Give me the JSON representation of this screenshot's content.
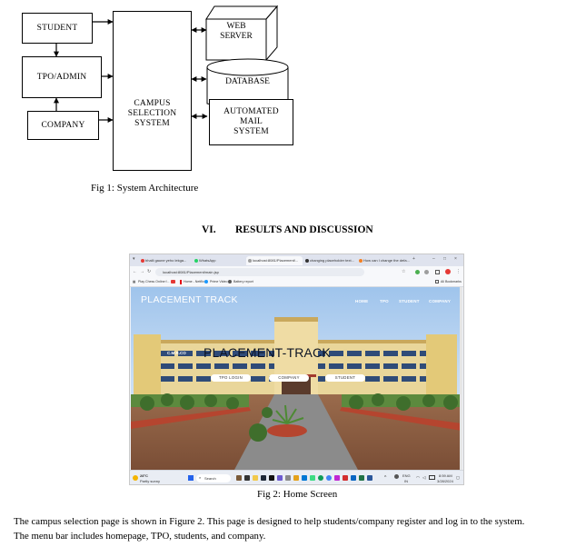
{
  "figure1": {
    "boxes": {
      "student": "STUDENT",
      "tpo_admin": "TPO/ADMIN",
      "company": "COMPANY",
      "campus": [
        "CAMPUS",
        "SELECTION",
        "SYSTEM"
      ],
      "web_server": [
        "WEB",
        "SERVER"
      ],
      "database": "DATABASE",
      "mail": [
        "AUTOMATED",
        "MAIL",
        "SYSTEM"
      ]
    },
    "caption": "Fig 1: System Architecture"
  },
  "section": {
    "number": "VI.",
    "title": "RESULTS AND DISCUSSION"
  },
  "figure2": {
    "caption": "Fig 2: Home Screen",
    "browser": {
      "tabs": [
        "bhalli gaune yeho lekga...",
        "WhatsApp",
        "localhost:8081/Placement/...",
        "changing placeholder text...",
        "How can I change the defa..."
      ],
      "url": "localhost:8081/Placement/main.jsp",
      "bookmarks": [
        "Play Chess Online f...",
        "Home - Netflix",
        "Prime Video",
        "Battery report"
      ],
      "all_bookmarks": "All Bookmarks"
    },
    "site": {
      "brand": "PLACEMENT TRACK",
      "nav": [
        "HOME",
        "TPO",
        "STUDENT",
        "COMPANY"
      ],
      "hero_title": "PLACEMENT-TRACK",
      "buttons": [
        "TPO LOGIN",
        "COMPANY",
        "STUDENT"
      ],
      "building_sign": "C.M.R.CO"
    },
    "taskbar": {
      "weather_temp": "28°C",
      "weather_desc": "Partly sunny",
      "search": "Search",
      "lang": "ENG",
      "region": "IN",
      "time": "8:59 AM",
      "date": "3/28/2024"
    }
  },
  "paragraph": [
    "The campus selection page is shown in Figure 2. This page is designed to help students/company register and log in to the system.",
    "The menu bar includes homepage, TPO, students, and company."
  ]
}
